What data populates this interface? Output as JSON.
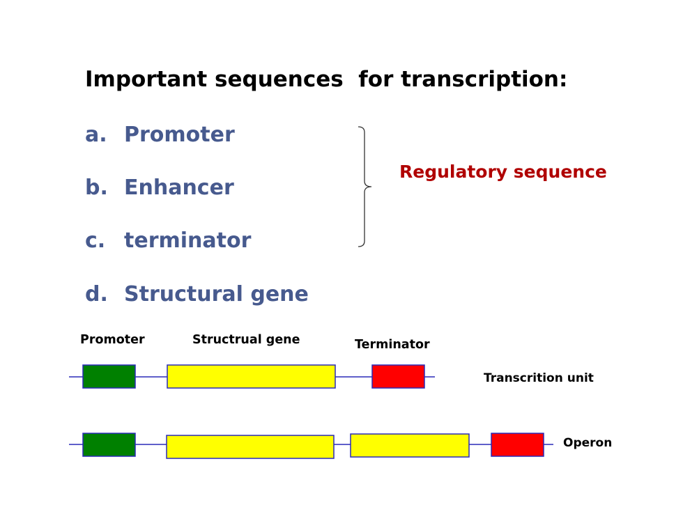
{
  "slide": {
    "title": "Important sequences  for transcription:",
    "items": [
      {
        "marker": "a.",
        "label": "Promoter"
      },
      {
        "marker": "b.",
        "label": "Enhancer"
      },
      {
        "marker": "c.",
        "label": "terminator"
      },
      {
        "marker": "d.",
        "label": "Structural gene"
      }
    ],
    "bracket_label": "Regulatory sequence"
  },
  "diagram": {
    "labels": {
      "promoter": "Promoter",
      "structural_gene": "Structrual gene",
      "terminator": "Terminator"
    },
    "rows": [
      {
        "name": "Transcrition unit"
      },
      {
        "name": "Operon"
      }
    ]
  },
  "colors": {
    "list_text": "#475a8e",
    "regulatory_text": "#b00000",
    "promoter_fill": "#008000",
    "gene_fill": "#ffff00",
    "terminator_fill": "#ff0000",
    "line": "#2a2ab8"
  }
}
